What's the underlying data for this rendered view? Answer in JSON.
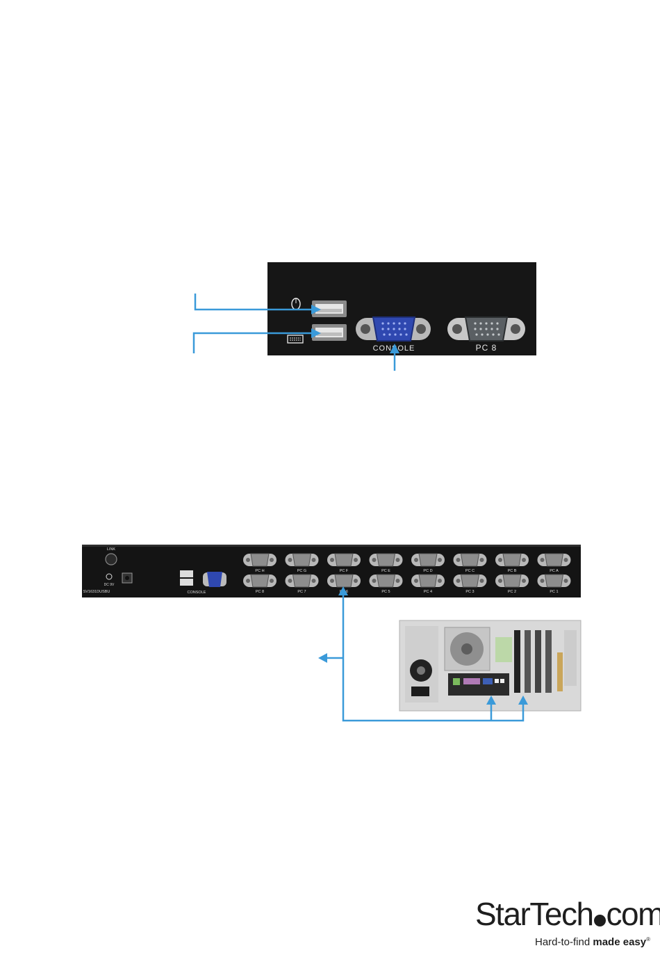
{
  "figure1": {
    "console_label": "CONSOLE",
    "pc8_label": "PC 8"
  },
  "figure2": {
    "link_label": "LINK",
    "dc_label": "DC 9V",
    "model_label": "SV1631DUSBU",
    "console_label": "CONSOLE",
    "port_labels_top": [
      "PC H",
      "PC G",
      "PC F",
      "PC E",
      "PC D",
      "PC C",
      "PC B",
      "PC A"
    ],
    "port_labels_bottom": [
      "PC 8",
      "PC 7",
      "PC 6",
      "PC 5",
      "PC 4",
      "PC 3",
      "PC 2",
      "PC 1"
    ]
  },
  "logo": {
    "brand_start": "StarTech",
    "brand_end": "com",
    "tagline_plain": "Hard-to-find ",
    "tagline_bold": "made easy",
    "tagline_mark": "®"
  },
  "colors": {
    "arrow": "#3a9ad9",
    "panel": "#1a1a1a",
    "vga_blue": "#2f48b0"
  }
}
